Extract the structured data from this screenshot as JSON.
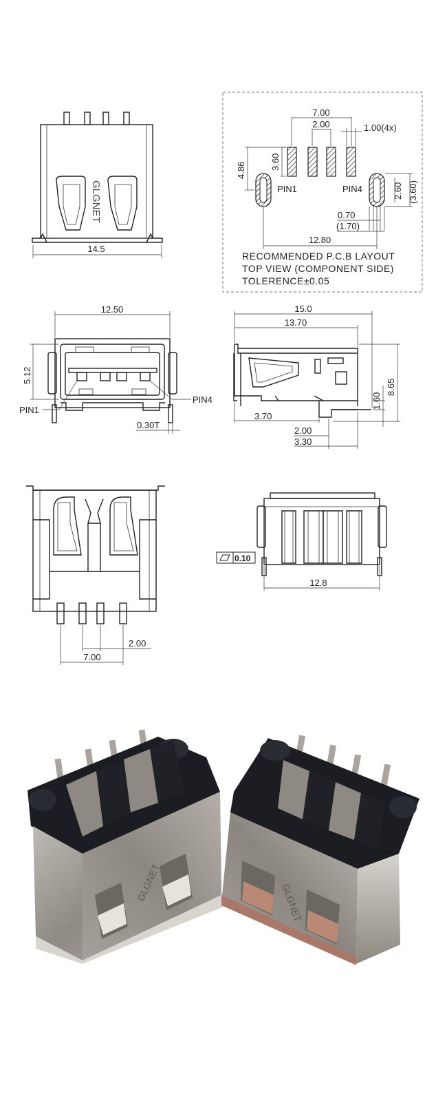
{
  "colors": {
    "line": "#222222",
    "shell_metal": "#9a968f",
    "plastic": "#1c1d22",
    "copper_pad": "#b98976",
    "background": "#ffffff"
  },
  "brand_mark": "GLGNET",
  "front_view": {
    "width_dim": "14.5"
  },
  "pcb_layout": {
    "dims": {
      "pin_span": "7.00",
      "pin_pitch": "2.00",
      "pin_width": "1.00(4x)",
      "pin_length": "3.60",
      "slot_to_pin": "4.86",
      "slot_height": "2.60",
      "slot_height_ref": "(3.60)",
      "slot_width": "0.70",
      "slot_width_ref": "(1.70)",
      "slot_span": "12.80"
    },
    "pin1_label": "PIN1",
    "pin4_label": "PIN4",
    "notes": [
      "RECOMMENDED P.C.B LAYOUT",
      "TOP VIEW (COMPONENT SIDE)",
      "TOLERENCE±0.05"
    ]
  },
  "port_view": {
    "width_dim": "12.50",
    "height_dim": "5.12",
    "pin1_label": "PIN1",
    "pin4_label": "PIN4",
    "thickness_dim": "0.30T"
  },
  "side_view": {
    "overall_length": "15.0",
    "body_length": "13.70",
    "height_dim": "8.65",
    "stand_dim": "1.60",
    "offset_dim": "3.70",
    "pin_dim_a": "2.00",
    "pin_dim_b": "3.30"
  },
  "rear_view": {
    "pitch_dim": "2.00",
    "span_dim": "7.00"
  },
  "bottom_view": {
    "flatness": "0.10",
    "width_dim": "12.8"
  }
}
